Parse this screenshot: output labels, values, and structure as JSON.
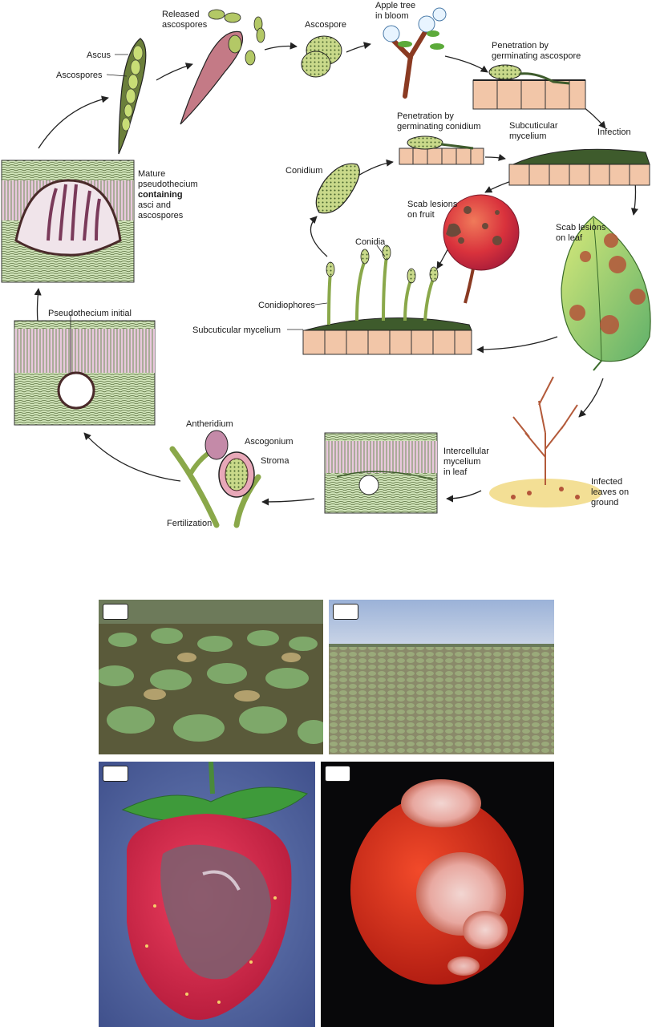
{
  "diagram": {
    "labels": {
      "ascus": "Ascus",
      "ascospores": "Ascospores",
      "released_1": "Released",
      "released_2": "ascospores",
      "ascospore": "Ascospore",
      "apple_1": "Apple tree",
      "apple_2": "in bloom",
      "pen_asco_1": "Penetration by",
      "pen_asco_2": "germinating ascospore",
      "pen_con_1": "Penetration by",
      "pen_con_2": "germinating conidium",
      "subcut_1": "Subcuticular",
      "subcut_2": "mycelium",
      "infection": "Infection",
      "mature_1": "Mature",
      "mature_2": "pseudothecium",
      "mature_3": "containing",
      "mature_4": "asci and",
      "mature_5": "ascospores",
      "conidium": "Conidium",
      "scab_fruit_1": "Scab lesions",
      "scab_fruit_2": "on fruit",
      "scab_leaf_1": "Scab lesions",
      "scab_leaf_2": "on leaf",
      "conidia": "Conidia",
      "conidiophores": "Conidiophores",
      "subcut_mycelium": "Subcuticular mycelium",
      "pseudo_initial": "Pseudothecium initial",
      "antheridium": "Antheridium",
      "ascogonium": "Ascogonium",
      "stroma": "Stroma",
      "fertilization": "Fertilization",
      "intercell_1": "Intercellular",
      "intercell_2": "mycelium",
      "intercell_3": "in leaf",
      "infected_1": "Infected",
      "infected_2": "leaves on",
      "infected_3": "ground"
    }
  },
  "photos": [
    {
      "id": "lettuce-field-closeup",
      "badge": ""
    },
    {
      "id": "lettuce-field-wide",
      "badge": ""
    },
    {
      "id": "strawberry-fruit-rot",
      "badge": ""
    },
    {
      "id": "tomato-fruit-rot",
      "badge": ""
    }
  ],
  "colors": {
    "epidermis": "#f2c6a8",
    "mycelium": "#3e5b2c",
    "leaf_green": "#9fcf6a",
    "lesion": "#b4553a",
    "fruit_red": "#d9323c",
    "arrow": "#222222"
  }
}
